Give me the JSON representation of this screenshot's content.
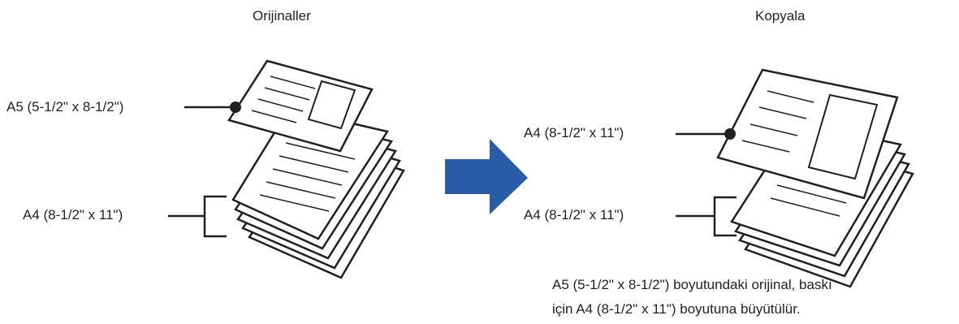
{
  "headers": {
    "originals": "Orijinaller",
    "copies": "Kopyala"
  },
  "labels": {
    "original_small": "A5 (5-1/2\" x 8-1/2\")",
    "original_large": "A4 (8-1/2\" x 11\")",
    "copy_enlarged": "A4 (8-1/2\" x 11\")",
    "copy_large": "A4 (8-1/2\" x 11\")"
  },
  "caption": {
    "line1": "A5 (5-1/2\" x 8-1/2\") boyutundaki orijinal, baskı",
    "line2": "için A4 (8-1/2\" x 11\") boyutuna büyütülür."
  },
  "colors": {
    "arrow": "#2b5ca8",
    "ink": "#231f20"
  }
}
